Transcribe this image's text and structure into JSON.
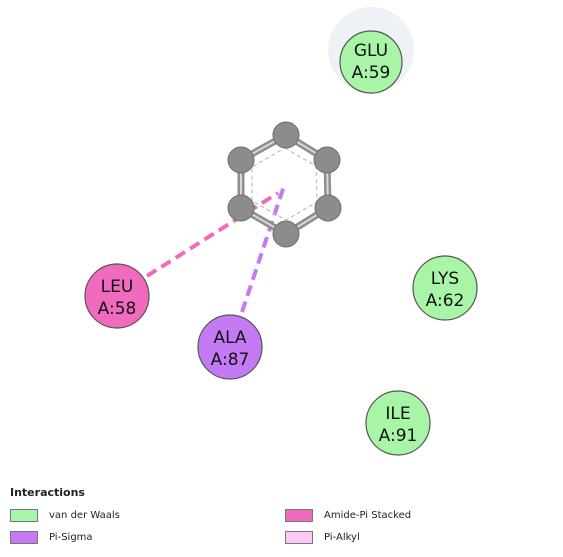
{
  "residues": {
    "glu": {
      "name": "GLU",
      "id": "A:59",
      "type": "van der Waals"
    },
    "leu": {
      "name": "LEU",
      "id": "A:58",
      "type": "Amide-Pi Stacked"
    },
    "ala": {
      "name": "ALA",
      "id": "A:87",
      "type": "Pi-Sigma"
    },
    "lys": {
      "name": "LYS",
      "id": "A:62",
      "type": "van der Waals"
    },
    "ile": {
      "name": "ILE",
      "id": "A:91",
      "type": "van der Waals"
    }
  },
  "ligand": {
    "structure": "benzene-ring",
    "atom_color": "#8c8c8c"
  },
  "legend": {
    "title": "Interactions",
    "items": [
      {
        "label": "van der Waals",
        "color": "#a8f5a8"
      },
      {
        "label": "Amide-Pi Stacked",
        "color": "#f06bbd"
      },
      {
        "label": "Pi-Sigma",
        "color": "#c57af5"
      },
      {
        "label": "Pi-Alkyl",
        "color": "#fbc9f3"
      }
    ]
  },
  "colors": {
    "van_der_waals": "#a8f5a8",
    "amide_pi_stacked": "#f06bbd",
    "pi_sigma": "#c57af5",
    "pi_alkyl": "#fbc9f3",
    "glu_halo": "#eef2f7"
  }
}
